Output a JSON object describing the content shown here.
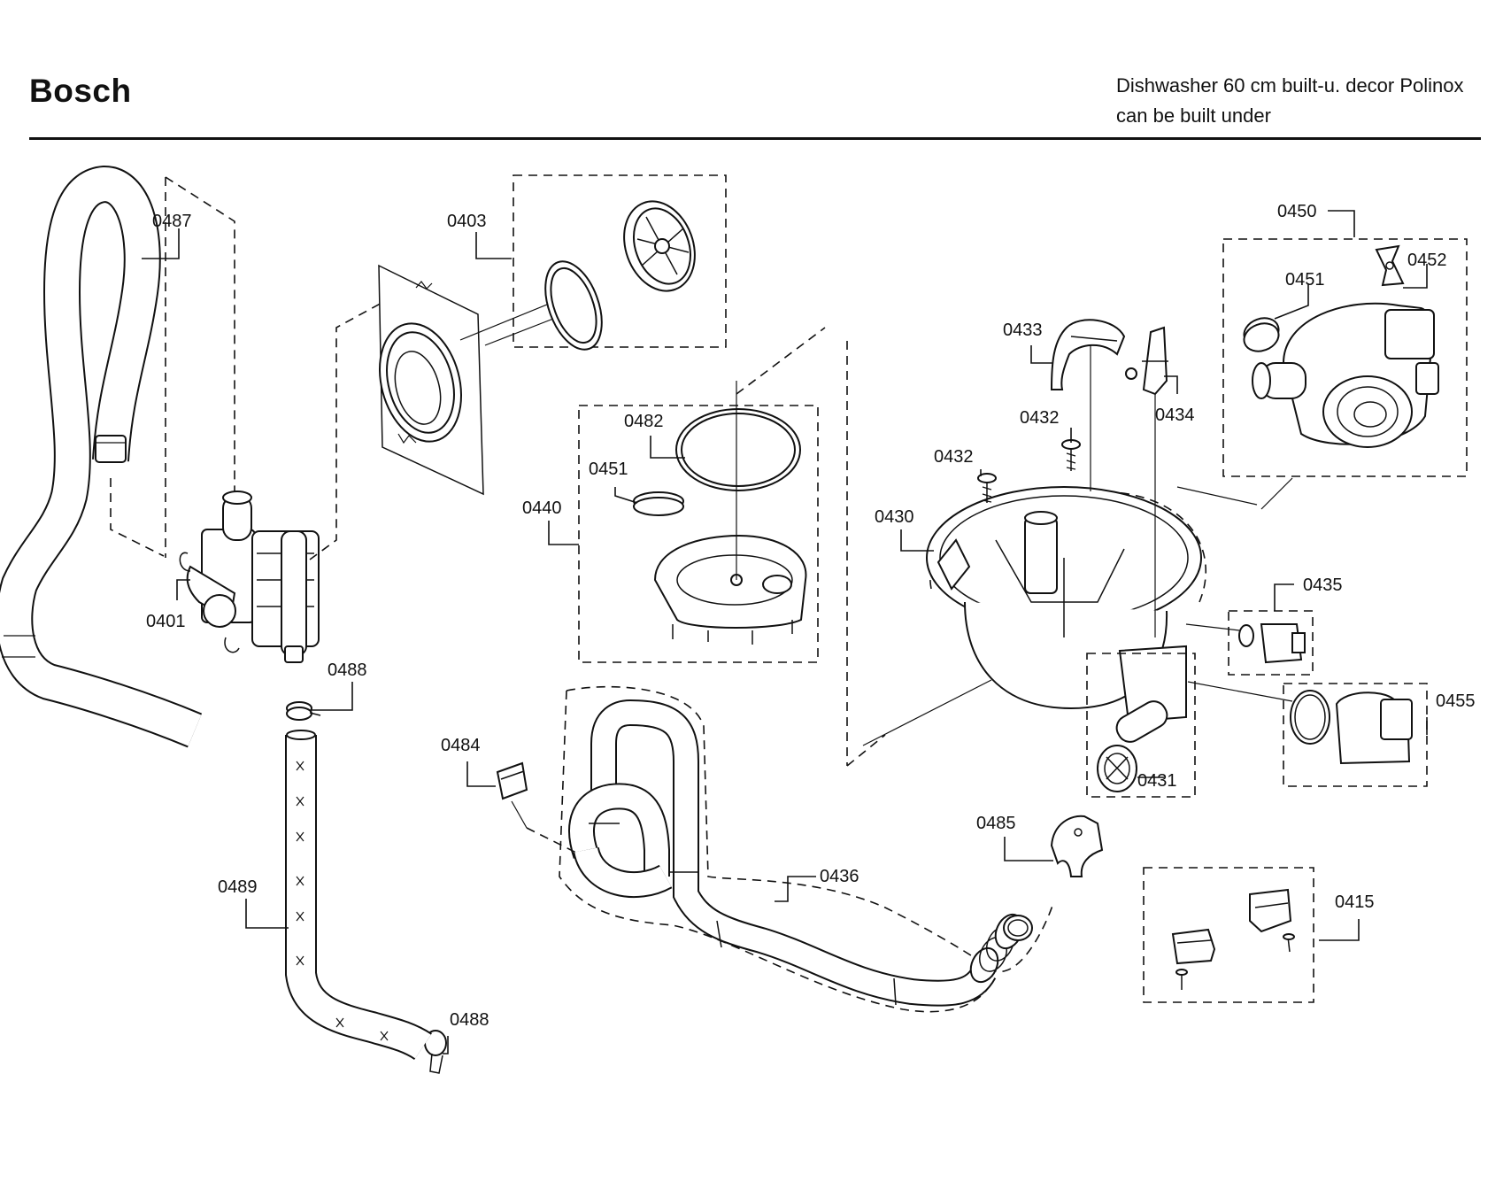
{
  "header": {
    "brand": "Bosch",
    "description_line1": "Dishwasher 60 cm built-u. decor Polinox",
    "description_line2": "can be built under"
  },
  "labels": {
    "p0487": "0487",
    "p0403": "0403",
    "p0401": "0401",
    "p0488_top": "0488",
    "p0488_bottom": "0488",
    "p0489": "0489",
    "p0482": "0482",
    "p0451_center": "0451",
    "p0440": "0440",
    "p0484": "0484",
    "p0436": "0436",
    "p0485": "0485",
    "p0433": "0433",
    "p0434": "0434",
    "p0432_right": "0432",
    "p0432_left": "0432",
    "p0430": "0430",
    "p0431": "0431",
    "p0435": "0435",
    "p0455": "0455",
    "p0450": "0450",
    "p0451_right": "0451",
    "p0452": "0452",
    "p0415": "0415"
  }
}
